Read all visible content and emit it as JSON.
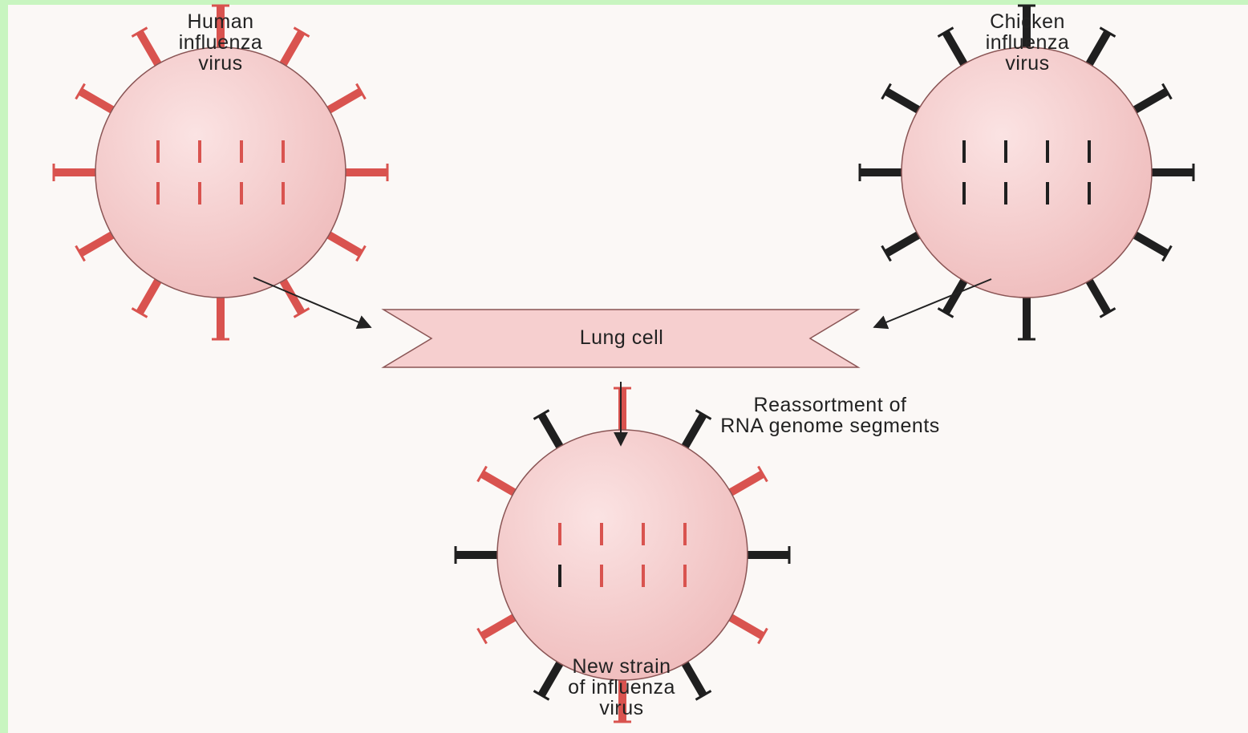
{
  "human_virus": {
    "label": "Human\ninfluenza\nvirus",
    "color": "#d9534f"
  },
  "chicken_virus": {
    "label": "Chicken\ninfluenza\nvirus",
    "color": "#1f1f1f"
  },
  "lung_cell": {
    "label": "Lung cell",
    "fill": "#f6cfcf"
  },
  "reassortment": {
    "label": "Reassortment of\nRNA genome segments"
  },
  "new_strain": {
    "label": "New strain\nof influenza\nvirus"
  },
  "colors": {
    "virion_fill": "#f4c9c9",
    "virion_outline": "#8a5555",
    "arrow": "#222222",
    "background_border": "#c8f5c0"
  }
}
